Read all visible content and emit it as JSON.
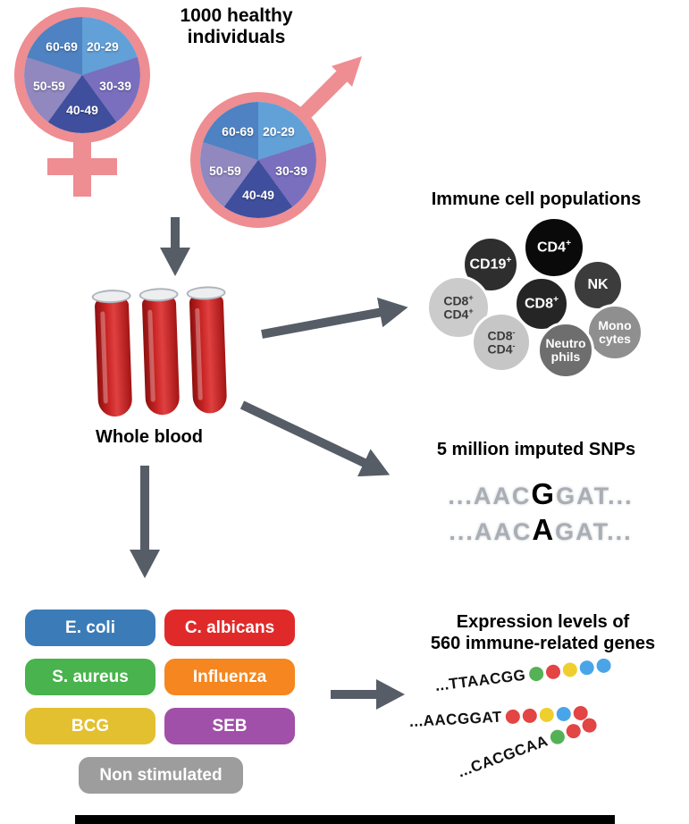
{
  "page": {
    "title_line1": "1000 healthy",
    "title_line2": "individuals"
  },
  "demographics": {
    "symbol_color": "#ee8d92",
    "age_segments": [
      {
        "label": "20-29",
        "color": "#62a0d8"
      },
      {
        "label": "30-39",
        "color": "#7a6fbe"
      },
      {
        "label": "40-49",
        "color": "#3f4f9e"
      },
      {
        "label": "50-59",
        "color": "#9088bf"
      },
      {
        "label": "60-69",
        "color": "#4e82c2"
      }
    ]
  },
  "whole_blood": {
    "label": "Whole blood"
  },
  "immune_cells": {
    "title": "Immune cell populations",
    "cells": [
      {
        "lines": [
          {
            "text": "CD19",
            "sup": "+"
          }
        ],
        "bg": "#2e2e2e",
        "fg": "#ffffff"
      },
      {
        "lines": [
          {
            "text": "NK",
            "sup": ""
          }
        ],
        "bg": "#3c3c3c",
        "fg": "#ffffff"
      },
      {
        "lines": [
          {
            "text": "CD4",
            "sup": "+"
          }
        ],
        "bg": "#0a0a0a",
        "fg": "#ffffff"
      },
      {
        "lines": [
          {
            "text": "CD8",
            "sup": "+"
          },
          {
            "text": "CD4",
            "sup": "+"
          }
        ],
        "bg": "#cbcbcb",
        "fg": "#3a3a3a"
      },
      {
        "lines": [
          {
            "text": "CD8",
            "sup": "+"
          }
        ],
        "bg": "#252525",
        "fg": "#ffffff"
      },
      {
        "lines": [
          {
            "text": "Mono",
            "sup": ""
          },
          {
            "text": "cytes",
            "sup": ""
          }
        ],
        "bg": "#8f8f8f",
        "fg": "#ffffff"
      },
      {
        "lines": [
          {
            "text": "CD8",
            "sup": "-"
          },
          {
            "text": "CD4",
            "sup": "-"
          }
        ],
        "bg": "#c6c6c6",
        "fg": "#3a3a3a"
      },
      {
        "lines": [
          {
            "text": "Neutro",
            "sup": ""
          },
          {
            "text": "phils",
            "sup": ""
          }
        ],
        "bg": "#6e6e6e",
        "fg": "#ffffff"
      }
    ]
  },
  "snps": {
    "title": "5 million imputed SNPs",
    "sequences": [
      {
        "prefix": "...AAC",
        "snp": "G",
        "suffix": "GAT..."
      },
      {
        "prefix": "...AAC",
        "snp": "A",
        "suffix": "GAT..."
      }
    ]
  },
  "stimuli": {
    "items": [
      {
        "label": "E. coli",
        "color": "#3b7cb8"
      },
      {
        "label": "C. albicans",
        "color": "#e02a2a"
      },
      {
        "label": "S. aureus",
        "color": "#49b34d"
      },
      {
        "label": "Influenza",
        "color": "#f6861f"
      },
      {
        "label": "BCG",
        "color": "#e3c02f"
      },
      {
        "label": "SEB",
        "color": "#a050a8"
      },
      {
        "label": "Non stimulated",
        "color": "#9d9d9d"
      }
    ]
  },
  "expression": {
    "title_line1": "Expression levels of",
    "title_line2": "560 immune-related genes",
    "dot_colors": {
      "green": "#55b155",
      "red": "#e34444",
      "yellow": "#eecf2e",
      "blue": "#4aa5e8"
    },
    "rows": [
      {
        "sequence": "...TTAACGG",
        "dots": [
          "green",
          "red",
          "yellow",
          "blue",
          "blue"
        ]
      },
      {
        "sequence": "...AACGGAT",
        "dots": [
          "red",
          "red",
          "yellow",
          "blue",
          "red"
        ]
      },
      {
        "sequence": "...CACGCAA",
        "dots": [
          "green",
          "red",
          "red"
        ]
      }
    ]
  }
}
